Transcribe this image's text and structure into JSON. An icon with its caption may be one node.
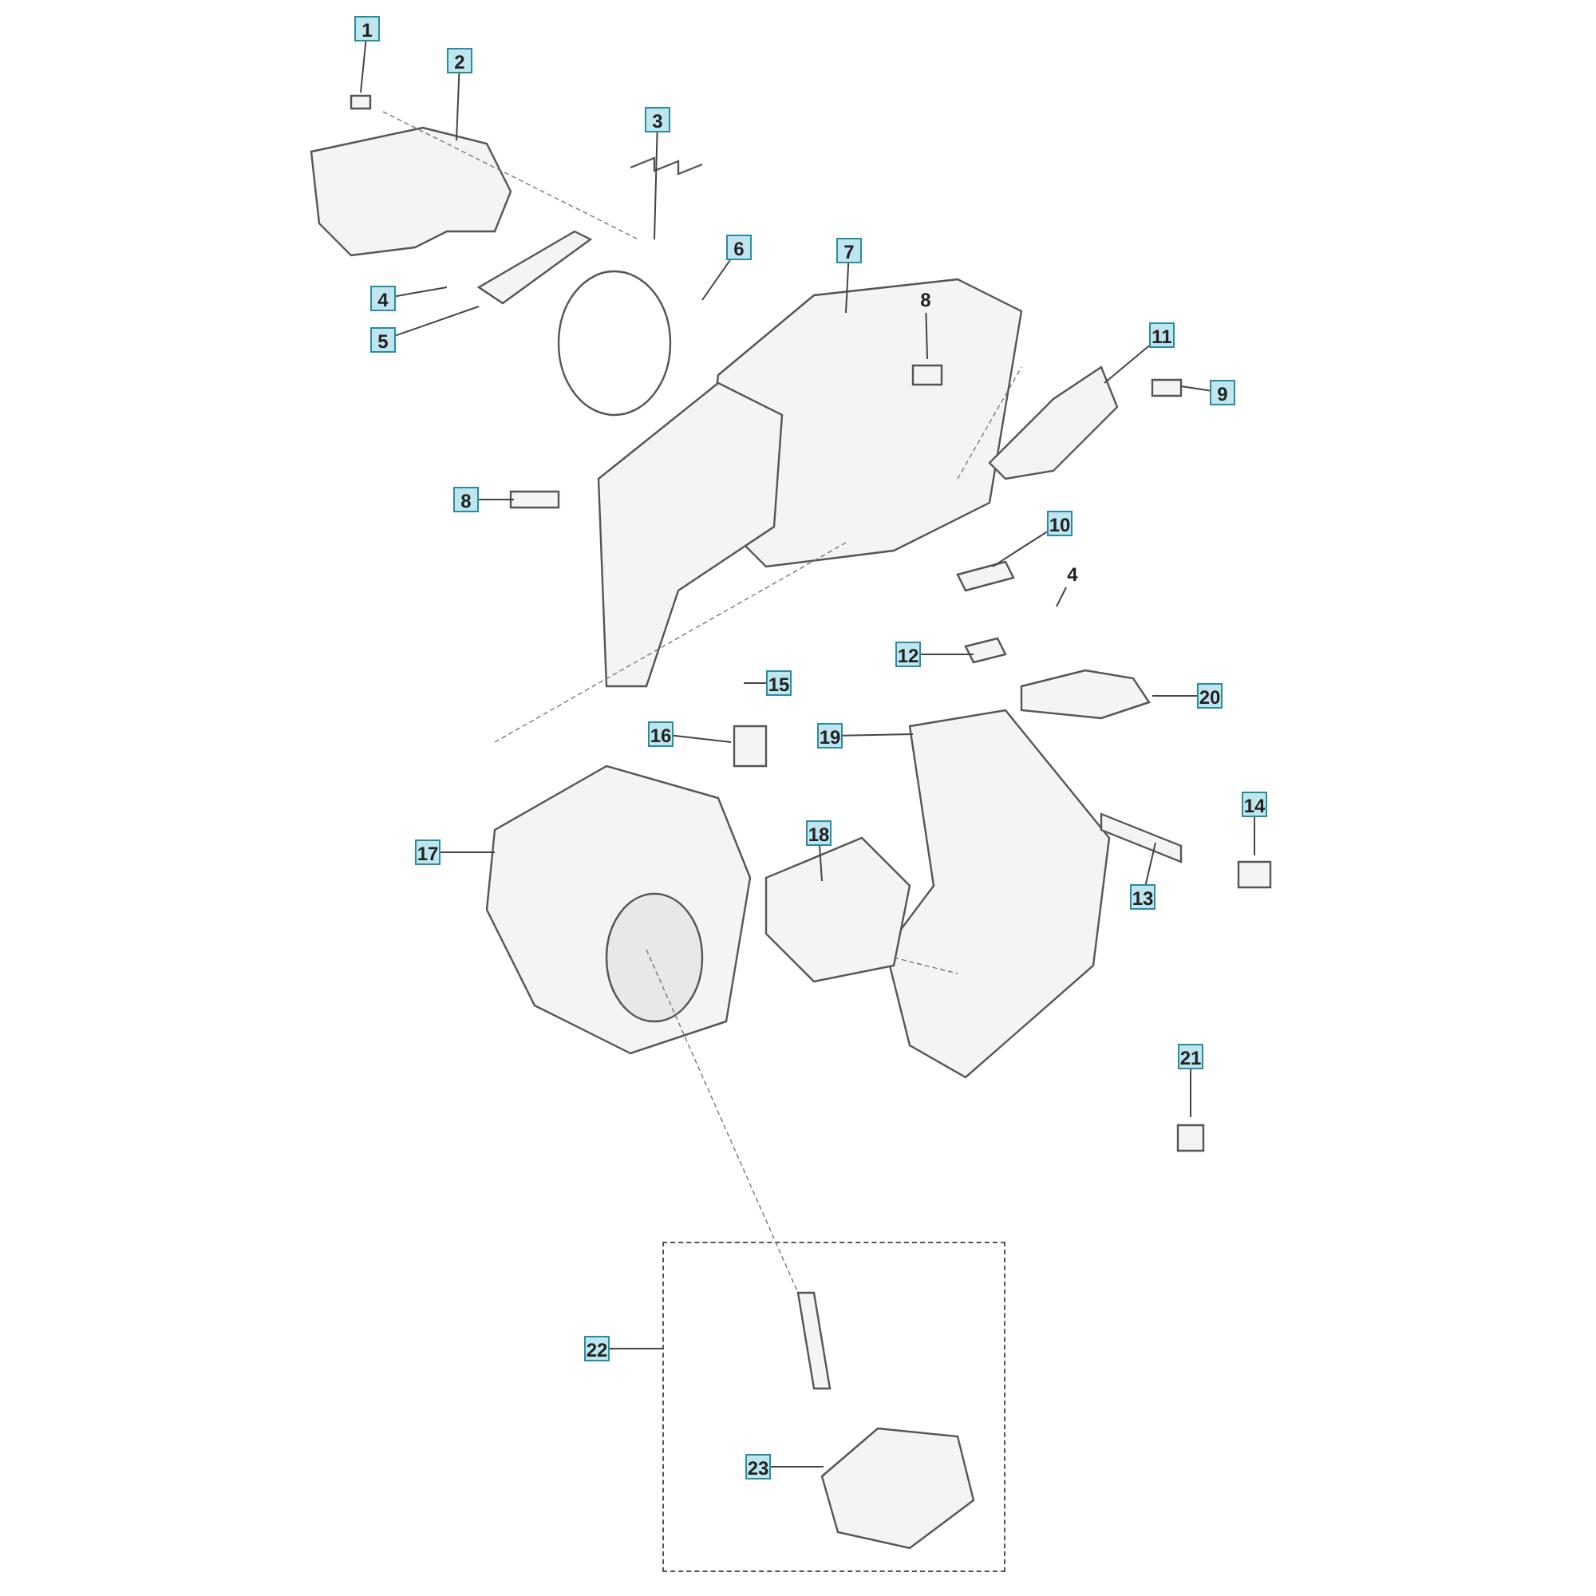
{
  "diagram": {
    "nodes": [
      {
        "text": [
          "1"
        ]
      },
      {
        "text": [
          "2"
        ]
      },
      {
        "text": [
          "3"
        ]
      },
      {
        "text": [
          "6"
        ]
      },
      {
        "text": [
          "7"
        ]
      },
      {
        "text": [
          "4"
        ]
      },
      {
        "text": [
          "5"
        ]
      },
      {
        "text": [
          "8"
        ]
      },
      {
        "text": [
          "11"
        ]
      },
      {
        "text": [
          "9"
        ]
      },
      {
        "text": [
          "8"
        ]
      },
      {
        "text": [
          "10"
        ]
      },
      {
        "text": [
          "4"
        ]
      },
      {
        "text": [
          "12"
        ]
      },
      {
        "text": [
          "15"
        ]
      },
      {
        "text": [
          "20"
        ]
      },
      {
        "text": [
          "16"
        ]
      },
      {
        "text": [
          "19"
        ]
      },
      {
        "text": [
          "14"
        ]
      },
      {
        "text": [
          "17"
        ]
      },
      {
        "text": [
          "18"
        ]
      },
      {
        "text": [
          "13"
        ]
      },
      {
        "text": [
          "21"
        ]
      },
      {
        "text": [
          "22"
        ]
      },
      {
        "text": [],
        "shape": "box"
      },
      {
        "text": [
          "23"
        ],
        "in": 24
      }
    ],
    "edges": [
      {
        "from": 0,
        "to": null,
        "arrow": "none"
      },
      {
        "from": 1,
        "to": null,
        "arrow": "none"
      },
      {
        "from": 2,
        "to": null,
        "arrow": "none"
      },
      {
        "from": 3,
        "to": null,
        "arrow": "none"
      },
      {
        "from": 4,
        "to": null,
        "arrow": "none"
      },
      {
        "from": 5,
        "to": null,
        "arrow": "none"
      },
      {
        "from": 6,
        "to": null,
        "arrow": "none"
      },
      {
        "from": 7,
        "to": null,
        "arrow": "none"
      },
      {
        "from": 8,
        "to": null,
        "arrow": "none"
      },
      {
        "from": 9,
        "to": null,
        "arrow": "none"
      },
      {
        "from": 10,
        "to": null,
        "arrow": "none"
      },
      {
        "from": 11,
        "to": null,
        "arrow": "none"
      },
      {
        "from": 12,
        "to": null,
        "arrow": "none"
      },
      {
        "from": 13,
        "to": null,
        "arrow": "none"
      },
      {
        "from": 14,
        "to": null,
        "arrow": "none"
      },
      {
        "from": 15,
        "to": null,
        "arrow": "none"
      },
      {
        "from": 16,
        "to": null,
        "arrow": "none"
      },
      {
        "from": 17,
        "to": null,
        "arrow": "none"
      },
      {
        "from": 18,
        "to": null,
        "arrow": "none"
      },
      {
        "from": 19,
        "to": null,
        "arrow": "none"
      },
      {
        "from": 20,
        "to": null,
        "arrow": "none"
      },
      {
        "from": 21,
        "to": null,
        "arrow": "none"
      },
      {
        "from": 22,
        "to": null,
        "arrow": "none"
      },
      {
        "from": 23,
        "to": 24,
        "arrow": "none"
      },
      {
        "from": 25,
        "to": null,
        "arrow": "none"
      }
    ]
  }
}
